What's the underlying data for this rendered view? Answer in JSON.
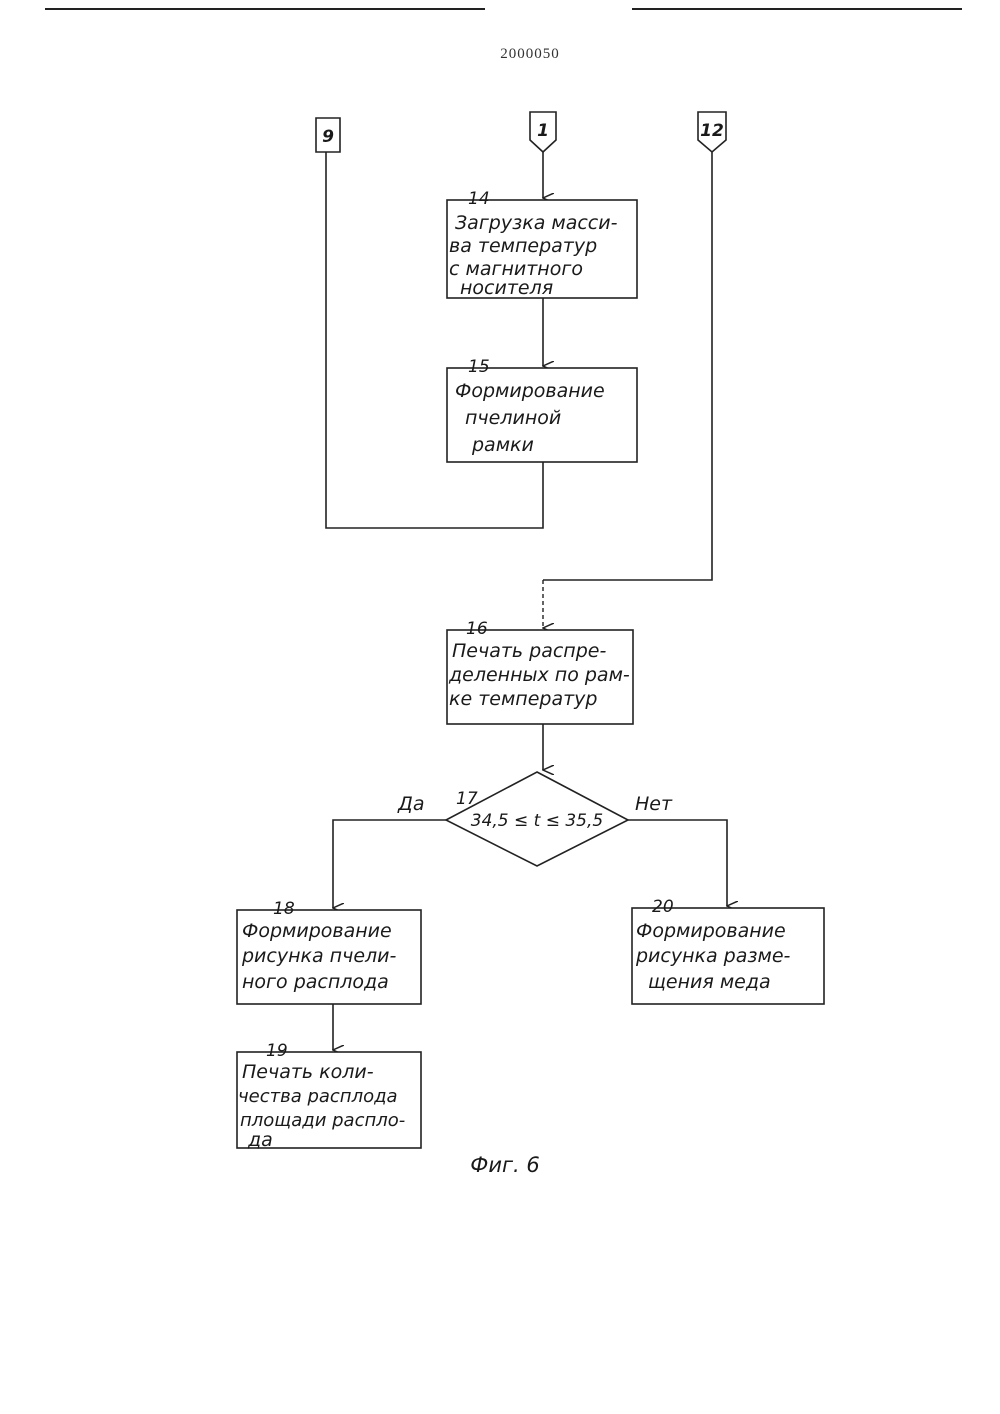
{
  "header": {
    "doc_number": "2000050"
  },
  "connectors": {
    "c9": "9",
    "c1": "1",
    "c12": "12"
  },
  "blocks": {
    "b14": {
      "number": "14",
      "lines": [
        "Загрузка масси-",
        "ва температур",
        "с магнитного",
        "носителя"
      ]
    },
    "b15": {
      "number": "15",
      "lines": [
        "Формирование",
        "пчелиной",
        "рамки"
      ]
    },
    "b16": {
      "number": "16",
      "lines": [
        "Печать распре-",
        "деленных по рам-",
        "ке температур"
      ]
    },
    "b17": {
      "number": "17",
      "condition": "34,5 ≤ t ≤ 35,5"
    },
    "b18": {
      "number": "18",
      "lines": [
        "Формирование",
        "рисунка пчели-",
        "ного расплода"
      ]
    },
    "b19": {
      "number": "19",
      "lines": [
        "Печать коли-",
        "чества расплода",
        "площади распло-",
        "да"
      ]
    },
    "b20": {
      "number": "20",
      "lines": [
        "Формирование",
        "рисунка разме-",
        "щения меда"
      ]
    }
  },
  "branches": {
    "yes": "Да",
    "no": "Нет"
  },
  "caption": "Фиг. 6"
}
